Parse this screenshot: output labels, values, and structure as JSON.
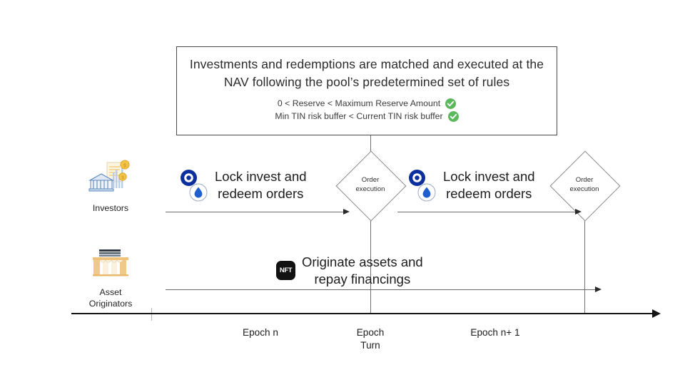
{
  "callout": {
    "headline": "Investments and redemptions are matched and executed at the NAV following the pool’s predetermined set of rules",
    "rules": [
      {
        "text": "0 < Reserve < Maximum Reserve Amount",
        "status": "check"
      },
      {
        "text": "Min TIN risk buffer < Current TIN risk buffer",
        "status": "check"
      }
    ],
    "check_color": "#5cb85c"
  },
  "actors": [
    {
      "id": "investors",
      "label": "Investors",
      "icon": "bank-coins-icon"
    },
    {
      "id": "asset-originators",
      "label": "Asset\nOriginators",
      "icon": "warehouse-icon"
    }
  ],
  "actions": [
    {
      "id": "lock-orders-epoch-n",
      "text": "Lock invest and\nredeem orders",
      "icons": [
        "drop-token-icon",
        "tin-token-icon"
      ]
    },
    {
      "id": "lock-orders-epoch-n1",
      "text": "Lock invest and\nredeem orders",
      "icons": [
        "drop-token-icon",
        "tin-token-icon"
      ]
    },
    {
      "id": "originate-assets",
      "text": "Originate assets and\nrepay financings",
      "icons": [
        "nft-badge-icon"
      ],
      "badge_label": "NFT"
    }
  ],
  "gates": [
    {
      "id": "order-execution-1",
      "label": "Order\nexecution"
    },
    {
      "id": "order-execution-2",
      "label": "Order\nexecution"
    }
  ],
  "timeline": {
    "epochs": [
      {
        "id": "epoch-n",
        "label": "Epoch n"
      },
      {
        "id": "epoch-turn",
        "label": "Epoch\nTurn"
      },
      {
        "id": "epoch-n-plus-1",
        "label": "Epoch n+ 1"
      }
    ]
  },
  "colors": {
    "drop_blue": "#0c2f9e",
    "tin_blue": "#1f5fd0",
    "nft_black": "#121212",
    "line_gray": "#6b6b6b",
    "axis_black": "#131313"
  }
}
